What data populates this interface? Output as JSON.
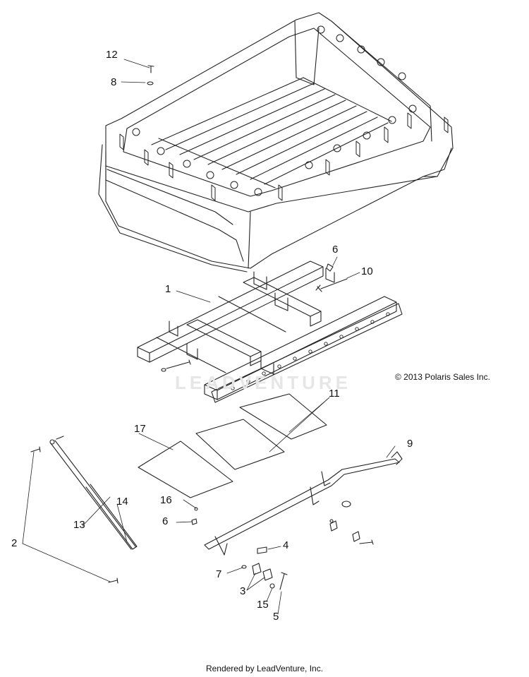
{
  "callouts": {
    "c1": "1",
    "c2": "2",
    "c3": "3",
    "c4": "4",
    "c5": "5",
    "c6a": "6",
    "c6b": "6",
    "c7": "7",
    "c8": "8",
    "c9": "9",
    "c10": "10",
    "c11": "11",
    "c12": "12",
    "c13": "13",
    "c14": "14",
    "c15": "15",
    "c16": "16",
    "c17": "17"
  },
  "copyright": "© 2013 Polaris Sales Inc.",
  "footer": "Rendered by LeadVenture, Inc.",
  "watermark": "LEADVENTURE"
}
